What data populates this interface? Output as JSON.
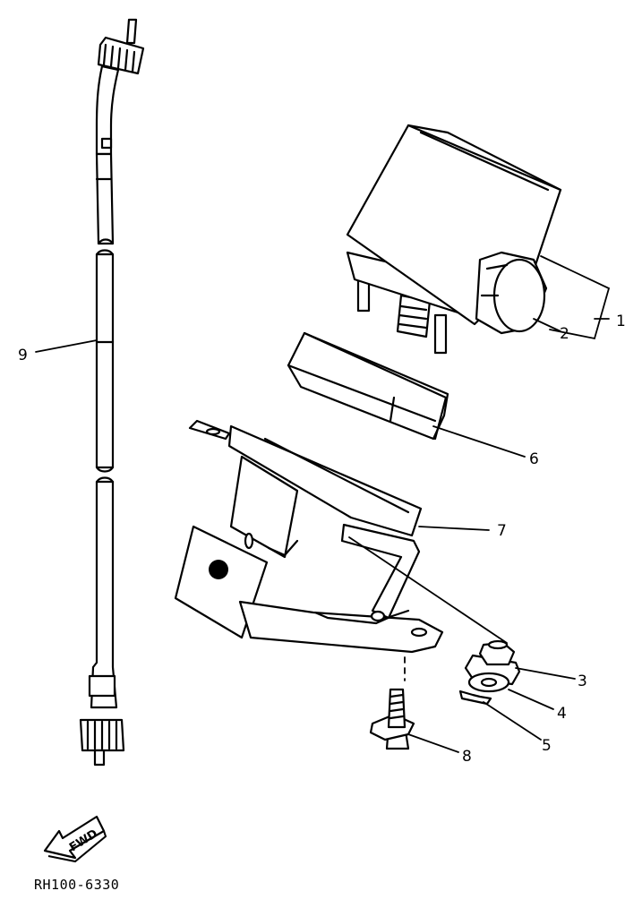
{
  "callouts": {
    "c1": "1",
    "c2": "2",
    "c3": "3",
    "c4": "4",
    "c5": "5",
    "c6": "6",
    "c7": "7",
    "c8": "8",
    "c9": "9"
  },
  "fwd_label": "FWD",
  "reference_code": "RH100-6330"
}
